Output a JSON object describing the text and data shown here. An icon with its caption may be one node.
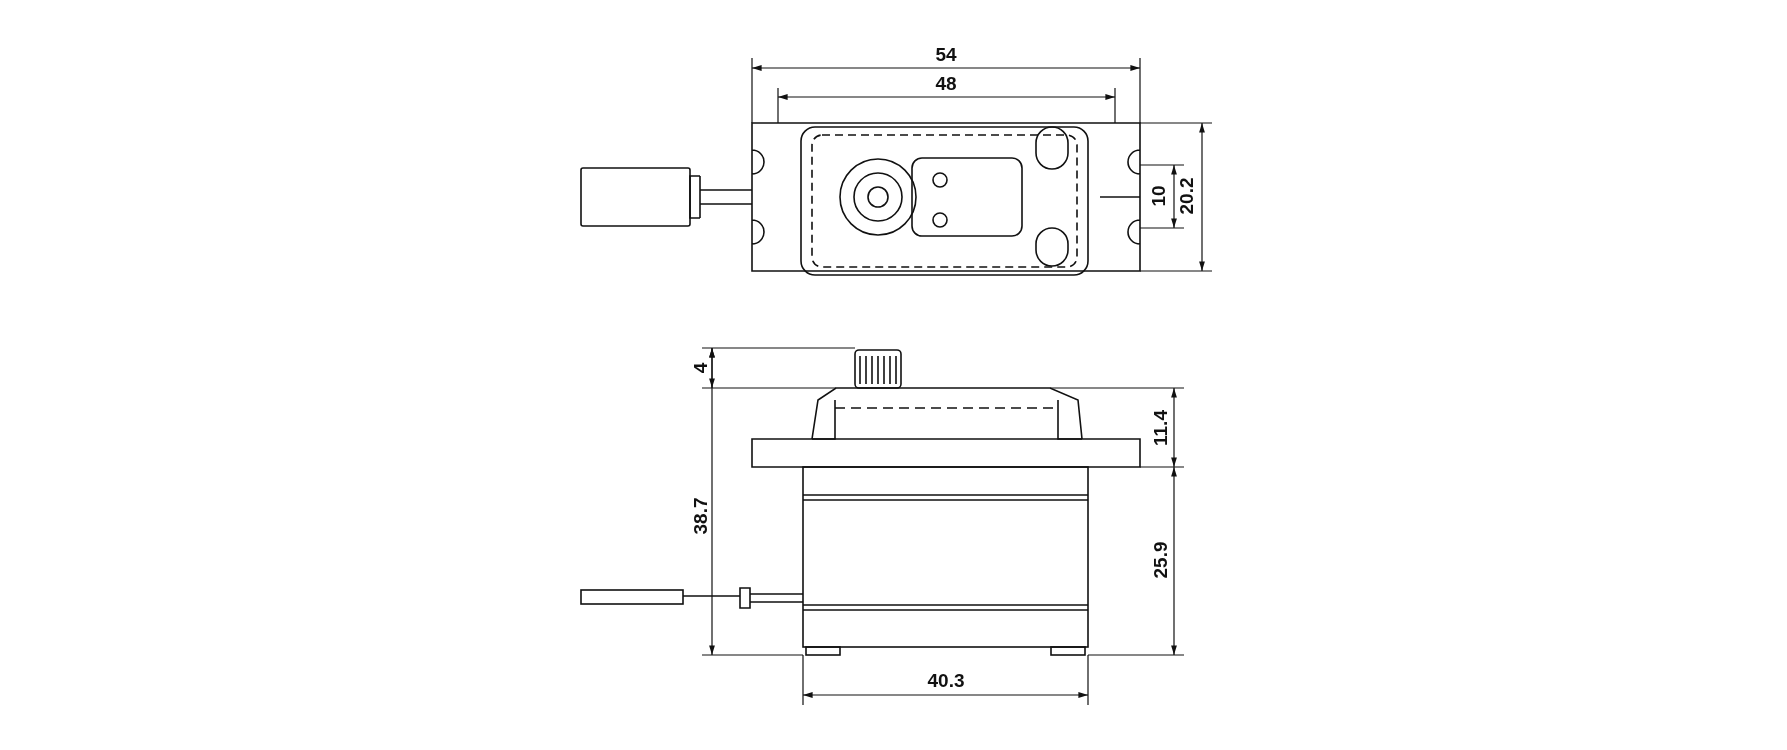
{
  "diagram": {
    "labels": [
      "54",
      "48",
      "10",
      "20.2",
      "4",
      "11.4",
      "38.7",
      "25.9",
      "40.3"
    ]
  }
}
